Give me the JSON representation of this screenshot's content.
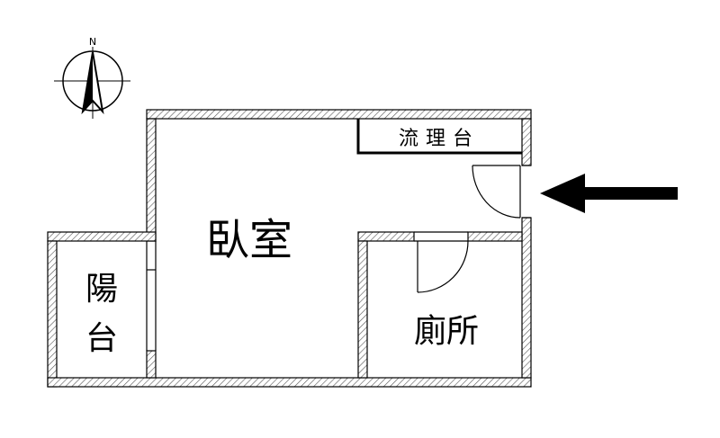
{
  "compass": {
    "north_label": "N"
  },
  "rooms": {
    "bedroom": "臥室",
    "balcony_line1": "陽",
    "balcony_line2": "台",
    "bathroom": "廁所",
    "kitchen_counter": "流理台"
  },
  "entrance_arrow": {
    "icon": "left-arrow-icon",
    "color": "#000000"
  },
  "colors": {
    "wall_stroke": "#000000",
    "hatch": "#555555",
    "background": "#ffffff"
  }
}
